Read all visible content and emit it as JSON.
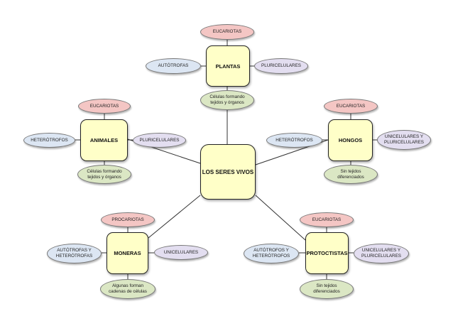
{
  "center": "LOS SERES VIVOS",
  "kingdoms": {
    "plantas": {
      "name": "PLANTAS",
      "top": "EUCARIOTAS",
      "left": "AUTÓTROFAS",
      "right": "PLURICELULARES",
      "bottom": "Células formando\ntejidos y órganos"
    },
    "animales": {
      "name": "ANIMALES",
      "top": "EUCARIOTAS",
      "left": "HETERÓTROFOS",
      "right": "PLURICELULARES",
      "bottom": "Células formando\ntejidos y órganos"
    },
    "hongos": {
      "name": "HONGOS",
      "top": "EUCARIOTAS",
      "left": "HETERÓTROFOS",
      "right": "UNICELULARES Y\nPLURICELULARES",
      "bottom": "Sin tejidos\ndiferenciados"
    },
    "moneras": {
      "name": "MONERAS",
      "top": "PROCARIOTAS",
      "left": "AUTÓTROFAS Y\nHETERÓTROFAS",
      "right": "UNICELULARES",
      "bottom": "Algunas forman\ncadenas de células"
    },
    "protoctistas": {
      "name": "PROTOCTISTAS",
      "top": "EUCARIOTAS",
      "left": "AUTÓTROFOS Y\nHETERÓTROFOS",
      "right": "UNICELULARES Y\nPLURICELULARES",
      "bottom": "Sin tejidos\ndiferenciados"
    }
  },
  "colors": {
    "box_fill": "#ffffc8",
    "top_oval": "#f4c6c4",
    "right_oval": "#e3def0",
    "left_oval": "#dce6f3",
    "bottom_oval": "#dbe7c4"
  }
}
